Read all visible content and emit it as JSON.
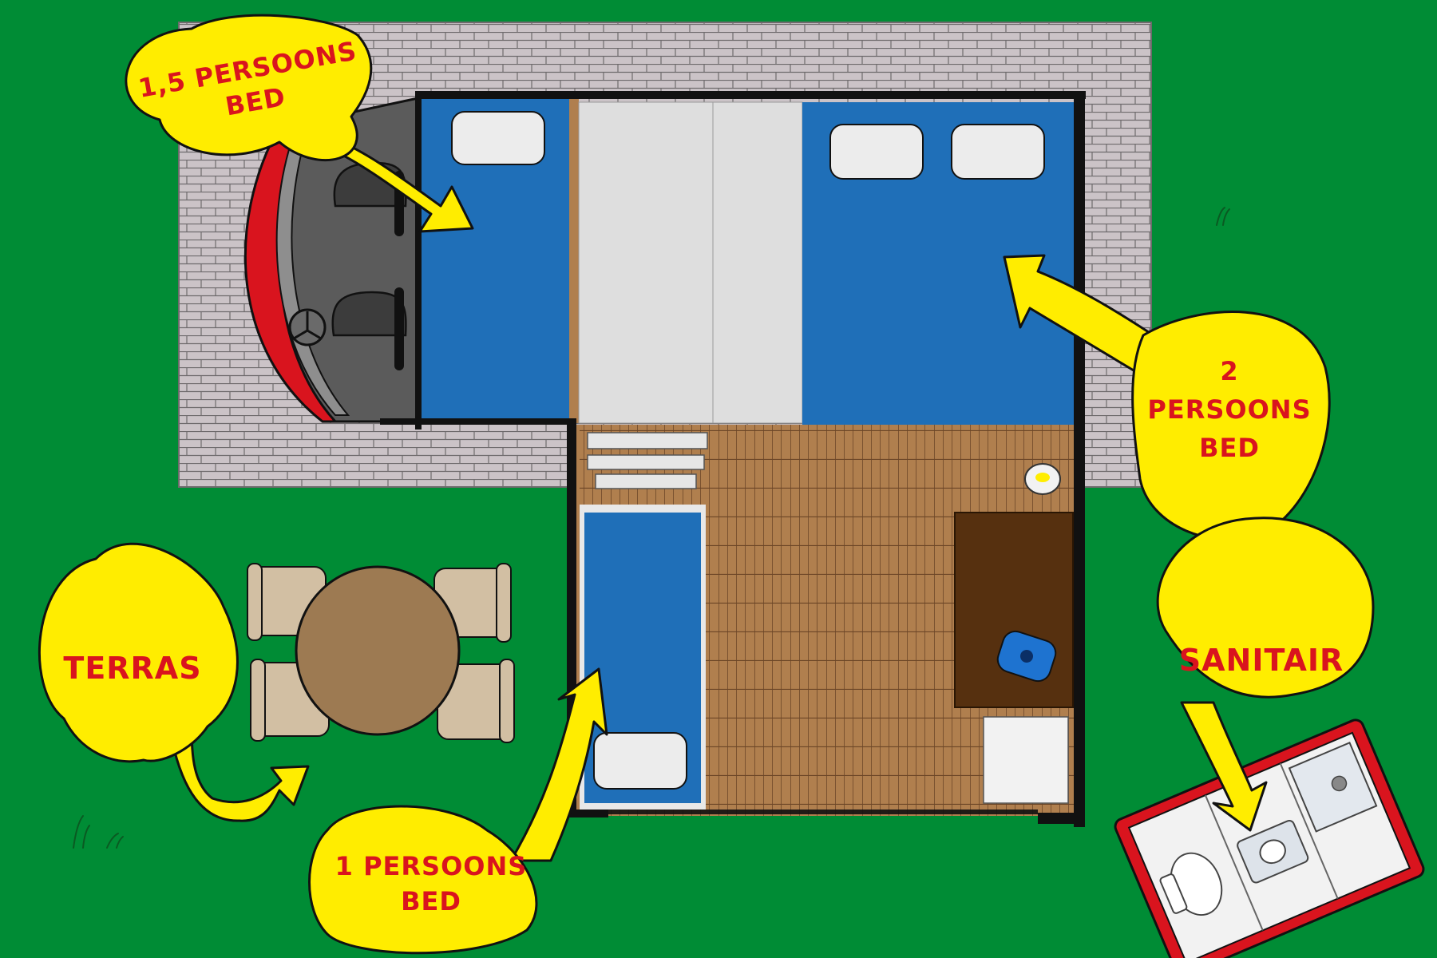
{
  "labels": {
    "bed_15": [
      "1,5 PERSOONS",
      "BED"
    ],
    "bed_2": [
      "2",
      "PERSOONS",
      "BED"
    ],
    "terras": "TERRAS",
    "bed_1": [
      "1 PERSOONS",
      "BED"
    ],
    "sanitair": "SANITAIR"
  },
  "colors": {
    "grass": "#008c35",
    "callout": "#ffed00",
    "label_text": "#d9141e",
    "bed_blue": "#1f6fb8",
    "floor_wood": "#b07f4e",
    "brick": "#cbc3c7"
  },
  "icons": [
    "car-icon",
    "steering-wheel-icon",
    "pillow-icon",
    "table-icon",
    "chair-icon",
    "toilet-icon",
    "sink-icon",
    "shower-icon",
    "grass-tuft-icon"
  ]
}
